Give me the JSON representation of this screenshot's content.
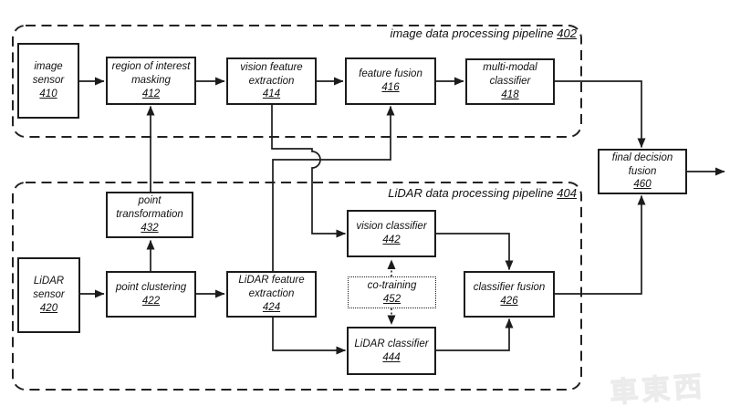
{
  "colors": {
    "line": "#1c1c1c",
    "background": "#ffffff",
    "watermark": "#efefef"
  },
  "pipelines": {
    "image": {
      "label": "image data processing pipeline",
      "num": "402"
    },
    "lidar": {
      "label": "LiDAR data processing pipeline",
      "num": "404"
    }
  },
  "boxes": {
    "image_sensor": {
      "label": "image sensor",
      "num": "410"
    },
    "roi_masking": {
      "label": "region of interest masking",
      "num": "412"
    },
    "vision_feature_extraction": {
      "label": "vision feature extraction",
      "num": "414"
    },
    "feature_fusion": {
      "label": "feature fusion",
      "num": "416"
    },
    "multi_modal_classifier": {
      "label": "multi-modal classifier",
      "num": "418"
    },
    "final_decision_fusion": {
      "label": "final decision fusion",
      "num": "460"
    },
    "point_transformation": {
      "label": "point transformation",
      "num": "432"
    },
    "lidar_sensor": {
      "label": "LiDAR sensor",
      "num": "420"
    },
    "point_clustering": {
      "label": "point clustering",
      "num": "422"
    },
    "lidar_feature_extraction": {
      "label": "LiDAR feature extraction",
      "num": "424"
    },
    "vision_classifier": {
      "label": "vision classifier",
      "num": "442"
    },
    "co_training": {
      "label": "co-training",
      "num": "452"
    },
    "lidar_classifier": {
      "label": "LiDAR classifier",
      "num": "444"
    },
    "classifier_fusion": {
      "label": "classifier fusion",
      "num": "426"
    }
  },
  "watermark": {
    "text": "車東西"
  }
}
